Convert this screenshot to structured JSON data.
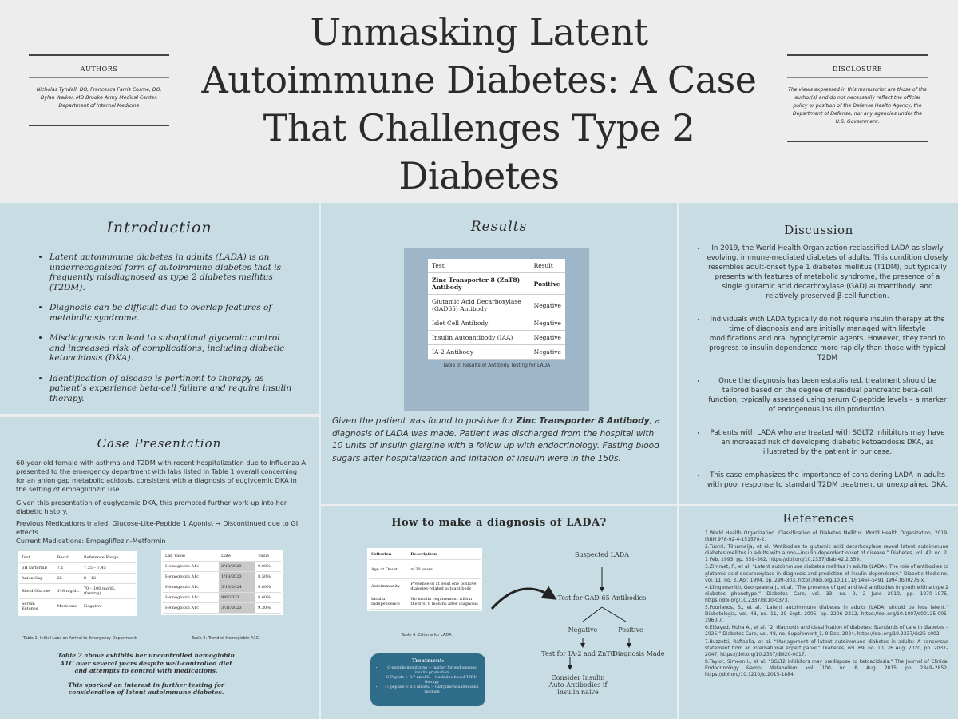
{
  "header": {
    "title": "Unmasking Latent Autoimmune Diabetes: A Case That Challenges Type 2 Diabetes",
    "authors_heading": "AUTHORS",
    "authors_text": "Nicholas Tyndall, DO, Francesca Farris Cosme, DO, Dylan Walker, MD Brooke Army Medical Center, Department of Internal Medicine",
    "disclosure_heading": "DISCLOSURE",
    "disclosure_text": "The views expressed in this manuscript are those of the author(s) and do not necessarily reflect the official policy or position of the Defense Health Agency, the Department of Defense, nor any agencies under the U.S. Government."
  },
  "intro": {
    "heading": "Introduction",
    "bullets": [
      "Latent autoimmune diabetes in adults (LADA) is an underrecognized form of autoimmune diabetes that is frequently misdiagnosed as type 2 diabetes mellitus (T2DM).",
      "Diagnosis can be difficult due to overlap features of metabolic syndrome.",
      "Misdiagnosis can lead to suboptimal glycemic control and increased risk of complications, including diabetic ketoacidosis (DKA).",
      "Identification of disease is pertinent to therapy as patient’s experience beta-cell failure and require insulin therapy."
    ]
  },
  "case": {
    "heading": "Case Presentation",
    "p1": "60-year-old female with asthma and T2DM with recent hospitalization due to Influenza A presented to the emergency department with labs listed in Table 1 overall concerning for an anion gap metabolic acidosis, consistent with a diagnosis of euglycemic DKA in the setting of empagliflozin use.",
    "p2": "Given this presentation of euglycemic DKA, this prompted further work-up into her diabetic history.",
    "p3": "Previous Medications trialed: Glucose-Like-Peptide 1 Agonist → Discontinued due to GI effects",
    "p4": "Current Medications: Empagliflozin-Metformin",
    "table1": {
      "headers": [
        "Test",
        "Result",
        "Reference Range"
      ],
      "rows": [
        [
          "pH (arterial)",
          "7.1",
          "7.35 – 7.45"
        ],
        [
          "Anion Gap",
          "25",
          "8 – 12"
        ],
        [
          "Blood Glucose",
          "148 mg/dL",
          "70 – 100 mg/dL (fasting)"
        ],
        [
          "Serum Ketones",
          "Moderate",
          "Negative"
        ]
      ],
      "caption": "Table 1: Initial Labs on Arrival to Emergency Department"
    },
    "table2": {
      "headers": [
        "Lab Value",
        "Date",
        "Value"
      ],
      "rows": [
        [
          "Hemoglobin A1c",
          "2/18/2023",
          "9.00%"
        ],
        [
          "Hemoglobin A1c",
          "1/18/2023",
          "8.50%"
        ],
        [
          "Hemoglobin A1c",
          "5/13/2024",
          "9.80%"
        ],
        [
          "Hemoglobin A1c",
          "9/6/2023",
          "8.60%"
        ],
        [
          "Hemoglobin A1c",
          "3/31/2023",
          "9.30%"
        ]
      ],
      "caption": "Table 2: Trend of Hemoglobin A1C"
    },
    "note1": "Table 2 above exhibits her uncontrolled hemoglobin A1C over several years despite well-controlled diet and attempts to control with medications.",
    "note2": "This sparked an interest in further testing for consideration of latent autoimmune diabetes."
  },
  "results": {
    "heading": "Results",
    "table3": {
      "headers": [
        "Test",
        "Result"
      ],
      "rows": [
        [
          "Zinc Transporter 8 (ZnT8) Antibody",
          "Positive"
        ],
        [
          "Glutamic Acid Decarboxylase (GAD65) Antibody",
          "Negative"
        ],
        [
          "Islet Cell Antibody",
          "Negative"
        ],
        [
          "Insulin Autoantibody (IAA)",
          "Negative"
        ],
        [
          "IA-2 Antibody",
          "Negative"
        ]
      ],
      "caption": "Table 3: Results of Antibody Testing for LADA"
    },
    "summary_pre": "Given the patient was found to positive for ",
    "summary_bold": "Zinc Transporter 8 Antibody",
    "summary_post": ", a diagnosis of LADA was made. Patient was discharged from the hospital with 10 units of insulin glargine with a follow up with endocrinology. Fasting blood sugars after hospitalization and initation of insulin were in the 150s."
  },
  "howto": {
    "heading": "How to make a diagnosis of LADA?",
    "table4": {
      "headers": [
        "Criterion",
        "Description"
      ],
      "rows": [
        [
          "Age at Onset",
          "≥ 30 years"
        ],
        [
          "Autoimmunity",
          "Presence of at least one positive diabetes-related autoantibody"
        ],
        [
          "Insulin Independence",
          "No insulin requirement within the first 6 months after diagnosis"
        ]
      ],
      "caption": "Table 4: Criteria for LADA"
    },
    "treatment_heading": "Treatment:",
    "treatment_items": [
      "C-peptide monitoring → marker for endogenous insulin production",
      "C-Peptide > 0.7 nmol/L → Guideline-based T2DM therapy",
      "C- peptide < 0.3 nmol/L → Glargine/insulin/insulin regimen"
    ],
    "flow": {
      "start": "Suspected LADA",
      "test1": "Test for GAD-65 Antibodies",
      "neg": "Negative",
      "pos": "Positive",
      "test2": "Test for IA-2 and ZnT8",
      "made": "Diagnosis Made",
      "consider": "Consider Insulin Auto-Antibodies if insulin naive"
    }
  },
  "discussion": {
    "heading": "Discussion",
    "bullets": [
      "In 2019, the World Health Organization reclassified LADA as slowly evolving, immune-mediated diabetes of adults. This condition closely resembles adult-onset type 1 diabetes mellitus (T1DM), but typically presents with features of metabolic syndrome, the presence of a single glutamic acid decarboxylase (GAD) autoantibody, and relatively preserved β-cell function.",
      "Individuals with LADA typically do not require insulin therapy at the time of diagnosis and are initially managed with lifestyle modifications and oral hypoglycemic agents. However, they tend to progress to insulin dependence more rapidly than those with typical T2DM",
      "Once the diagnosis has been established, treatment should be tailored based on the degree of residual pancreatic beta-cell function, typically assessed using serum C-peptide levels – a marker of endogenous insulin production.",
      "Patients with LADA who are treated with SGLT2 inhibitors may have an increased risk of developing diabetic ketoacidosis DKA, as illustrated by the patient in our case.",
      "This case emphasizes the importance of considering LADA in adults with poor response to standard T2DM treatment or unexplained DKA."
    ]
  },
  "references": {
    "heading": "References",
    "items": [
      "1.World Health Organization. Classification of Diabetes Mellitus. World Health Organization, 2019. ISBN 978-92-4-151570-2.",
      "2.Tuomi, Tiinamaija, et al. “Antibodies to glutamic acid decarboxylase reveal latent autoimmune diabetes mellitus in adults with a non—insulin-dependent onset of disease.” Diabetes, vol. 42, no. 2, 1 Feb. 1993, pp. 359–362, https://doi.org/10.2337/diab.42.2.359.",
      "3.Zimmet, P., et al. “Latent autoimmune diabetes mellitus in adults (LADA): The role of antibodies to glutamic acid decarboxylase in diagnosis and prediction of insulin dependency.” Diabetic Medicine, vol. 11, no. 3, Apr. 1994, pp. 299–303, https://doi.org/10.1111/j.1464-5491.1994.tb00275.x.",
      "4.Klingensmith, Georgeanna J., et al. “The presence of gad and IA-2 antibodies in youth with a type 2 diabetes phenotype.” Diabetes Care, vol. 33, no. 9, 2 June 2010, pp. 1970–1975, https://doi.org/10.2337/dc10-0373.",
      "5.Fourlanos, S., et al. “Latent autoimmune diabetes in adults (LADA) should be less latent.” Diabetologia, vol. 48, no. 11, 29 Sept. 2005, pp. 2206–2212, https://doi.org/10.1007/s00125-005-1960-7.",
      "6.ElSayed, Nuha A., et al. “2. diagnosis and classification of diabetes: Standards of care in diabetes –2025.” Diabetes Care, vol. 48, no. Supplement_1, 9 Dec. 2024, https://doi.org/10.2337/dc25-s002.",
      "7.Buzzetti, Raffaella, et al. “Management of latent autoimmune diabetes in adults: A consensus statement from an international expert panel.” Diabetes, vol. 69, no. 10, 26 Aug. 2020, pp. 2037–2047, https://doi.org/10.2337/dbi20-0017.",
      "8.Taylor, Simeon I., et al. “SGLT2 inhibitors may predispose to ketoacidosis.” The Journal of Clinical Endocrinology &amp; Metabolism, vol. 100, no. 8, Aug. 2015, pp. 2849–2852, https://doi.org/10.1210/jc.2015-1884."
    ]
  }
}
